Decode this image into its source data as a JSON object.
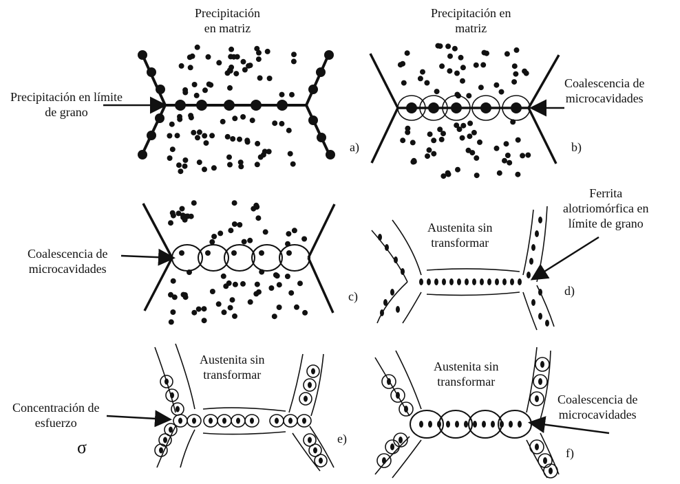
{
  "panels": {
    "a": {
      "top_label_line1": "Precipitación",
      "top_label_line2": "en matriz",
      "side_label_line1": "Precipitación en límite",
      "side_label_line2": "de grano",
      "tag": "a)"
    },
    "b": {
      "top_label_line1": "Precipitación en",
      "top_label_line2": "matriz",
      "side_label_line1": "Coalescencia de",
      "side_label_line2": "microcavidades",
      "tag": "b)"
    },
    "c": {
      "side_label_line1": "Coalescencia de",
      "side_label_line2": "microcavidades",
      "tag": "c)"
    },
    "d": {
      "center_label_line1": "Austenita sin",
      "center_label_line2": "transformar",
      "side_label_line1": "Ferrita",
      "side_label_line2": "alotriomórfica en",
      "side_label_line3": "límite de grano",
      "tag": "d)"
    },
    "e": {
      "center_label_line1": "Austenita sin",
      "center_label_line2": "transformar",
      "side_label_line1": "Concentración de",
      "side_label_line2": "esfuerzo",
      "symbol": "σ",
      "tag": "e)"
    },
    "f": {
      "center_label_line1": "Austenita sin",
      "center_label_line2": "transformar",
      "side_label_line1": "Coalescencia de",
      "side_label_line2": "microcavidades",
      "tag": "f)"
    }
  },
  "colors": {
    "ink": "#111111",
    "background": "#ffffff"
  }
}
